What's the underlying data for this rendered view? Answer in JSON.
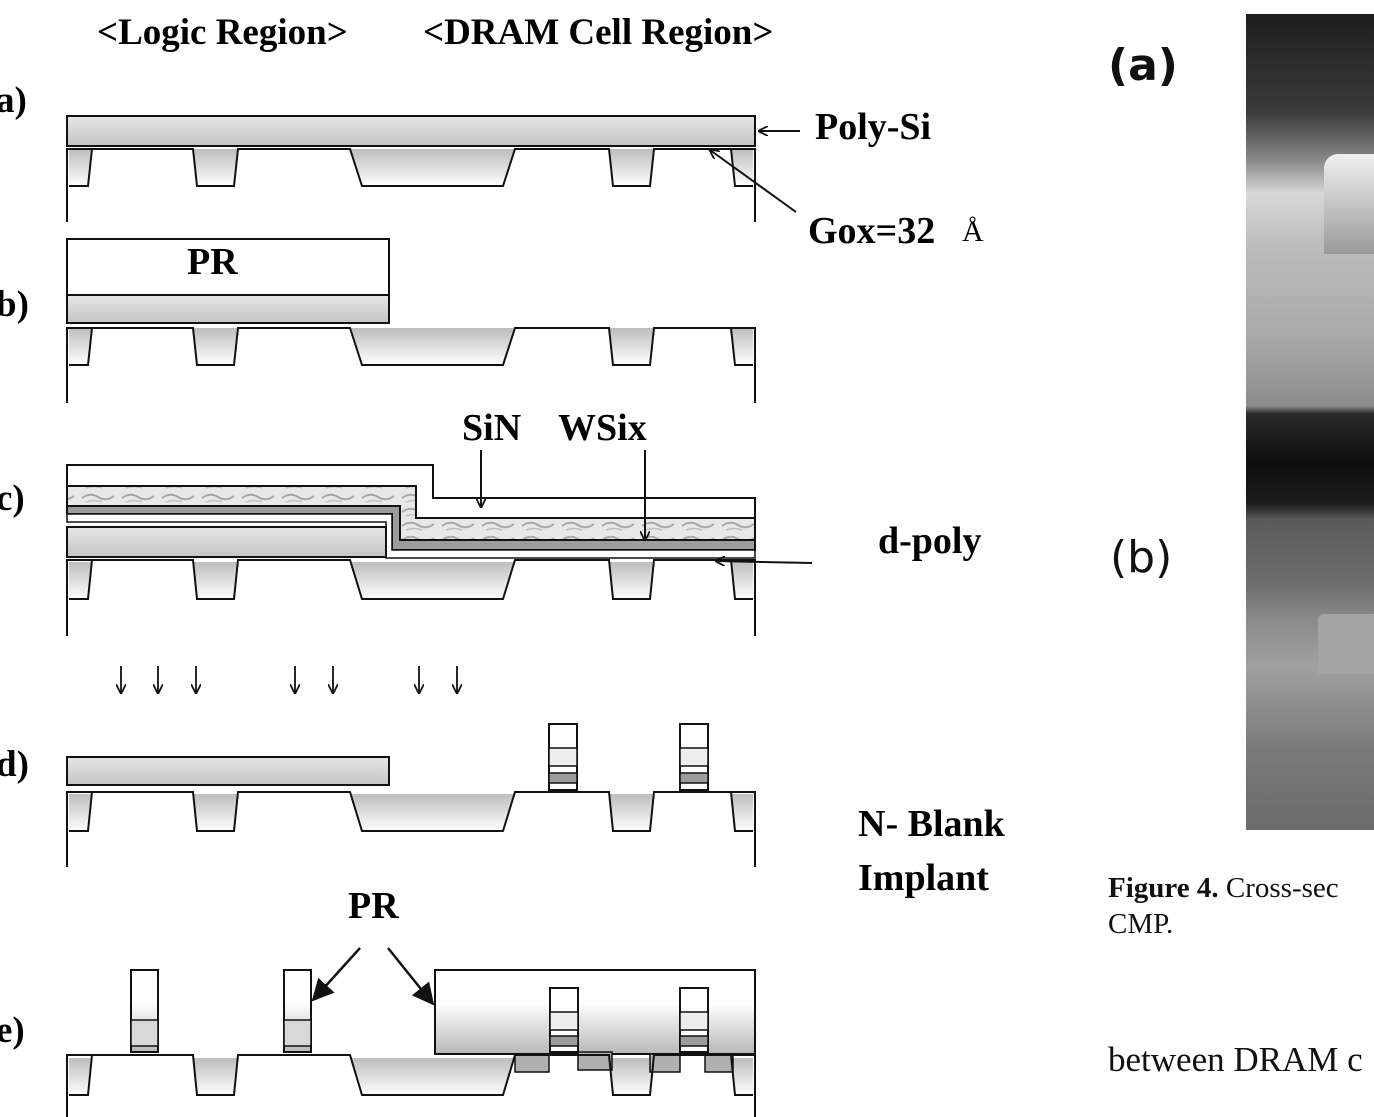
{
  "header": {
    "logic_region": "<Logic Region>",
    "dram_region": "<DRAM Cell Region>"
  },
  "steps": [
    {
      "label": "a)"
    },
    {
      "label": "b)"
    },
    {
      "label": "c)"
    },
    {
      "label": "d)"
    },
    {
      "label": "e)"
    }
  ],
  "labels": {
    "poly_si": "Poly-Si",
    "gox": "Gox=32",
    "angstrom": "Å",
    "pr_b": "PR",
    "sin": "SiN",
    "wsix": "WSix",
    "d_poly": "d-poly",
    "n_blank_line1": "N- Blank",
    "n_blank_line2": "Implant",
    "pr_e": "PR"
  },
  "right_panel": {
    "label_a": "(a)",
    "label_b": "(b)",
    "caption_bold": "Figure 4.",
    "caption_text": "Cross-sec",
    "caption_line2": "CMP.",
    "body_text": "between DRAM c"
  }
}
